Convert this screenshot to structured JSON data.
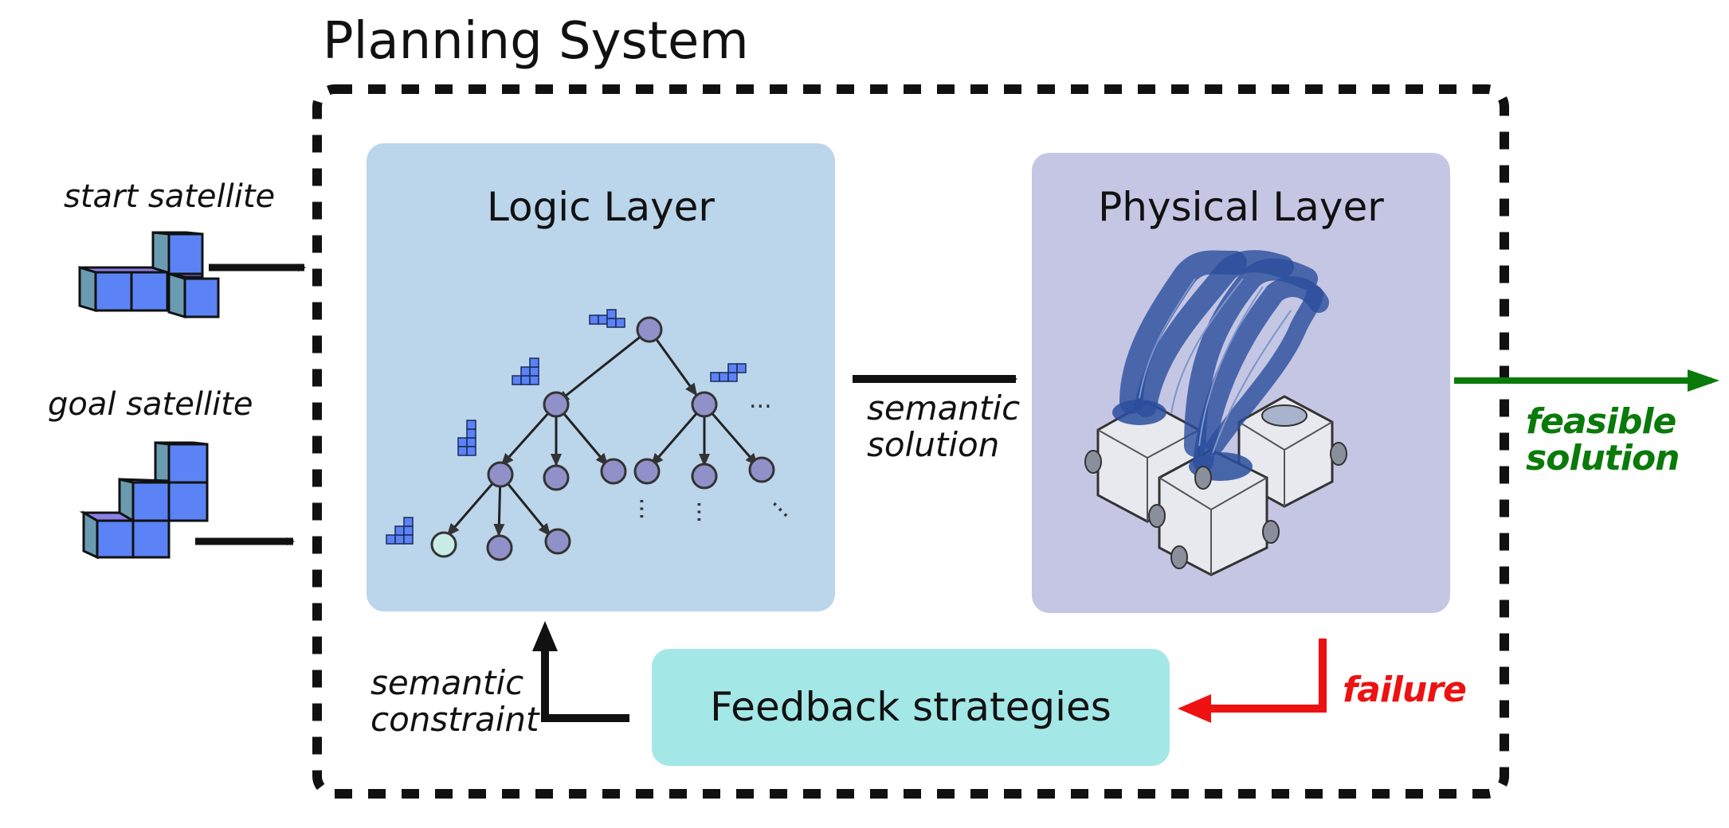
{
  "title": "Planning System",
  "inputs": {
    "start_label": "start satellite",
    "goal_label": "goal satellite"
  },
  "logic_layer": {
    "title": "Logic Layer"
  },
  "physical_layer": {
    "title": "Physical Layer"
  },
  "feedback": {
    "label": "Feedback strategies"
  },
  "edges": {
    "semantic_solution": [
      "semantic",
      "solution"
    ],
    "semantic_constraint": [
      "semantic",
      "constraint"
    ],
    "feasible_solution": [
      "feasible",
      "solution"
    ],
    "failure": "failure"
  },
  "tree": {
    "ellipsis": "..."
  },
  "colors": {
    "logic_bg": "#bbd5ea",
    "physical_bg": "#c4c6e4",
    "feedback_bg": "#a3e8e6",
    "node_fill": "#9191c9",
    "goal_node_fill": "#c9ece6",
    "cube_face": "#5b83f5",
    "cube_side": "#6a9bb0",
    "cube_top": "#8c7fe6",
    "robot_color": "#2a4e9c",
    "feasible_green": "#0a7a0a",
    "failure_red": "#ee1111"
  }
}
